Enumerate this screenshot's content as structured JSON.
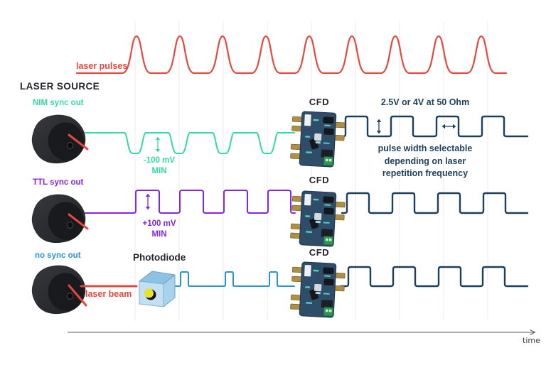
{
  "colors": {
    "red": "#e2493f",
    "teal": "#35d9a5",
    "purple": "#8527e1",
    "blue": "#2b93d1",
    "navy": "#1d3f5e",
    "ink": "#26262e",
    "grid": "#f2e9e9",
    "axis": "#58595b"
  },
  "header": {
    "laser_pulses_label": "laser pulses",
    "laser_source_label": "LASER SOURCE"
  },
  "rows": [
    {
      "sync_label": "NIM sync out",
      "amplitude": "-100 mV",
      "amplitude_min": "MIN",
      "cfd_label": "CFD"
    },
    {
      "sync_label": "TTL sync out",
      "amplitude": "+100 mV",
      "amplitude_min": "MIN",
      "cfd_label": "CFD"
    },
    {
      "sync_label": "no sync out",
      "photodiode_label": "Photodiode",
      "laser_beam_label": "laser beam",
      "cfd_label": "CFD"
    }
  ],
  "output": {
    "voltage_note": "2.5V or 4V at 50 Ohm",
    "pulse_width_note": "pulse width selectable\ndepending on laser\nrepetition frequency"
  },
  "axis": {
    "time_label": "time"
  }
}
